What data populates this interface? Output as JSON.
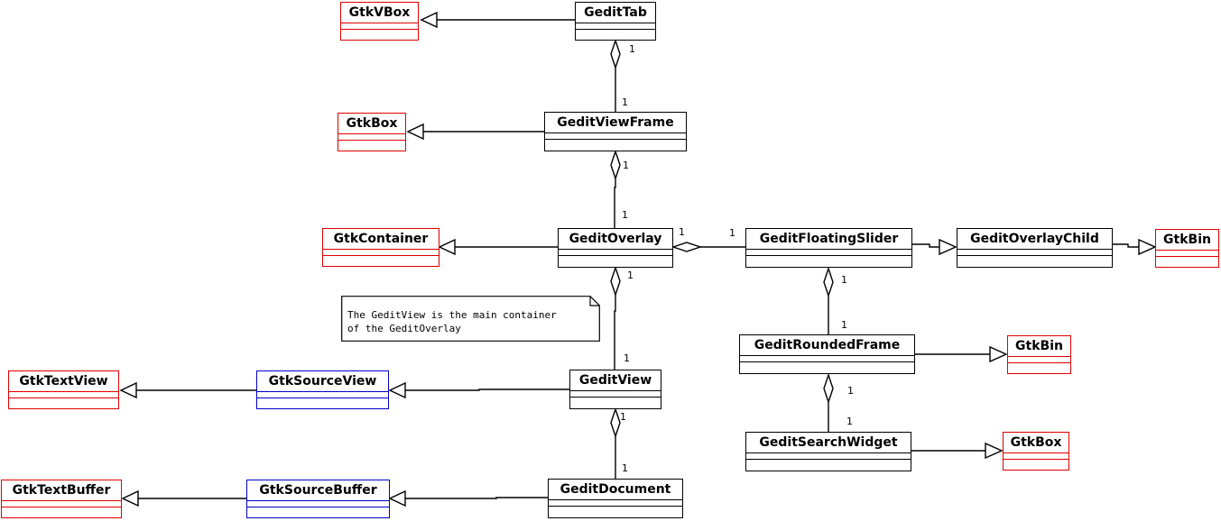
{
  "diagram": {
    "classes": {
      "gtk_vbox": "GtkVBox",
      "gedit_tab": "GeditTab",
      "gtk_box_1": "GtkBox",
      "gedit_view_frame": "GeditViewFrame",
      "gtk_container": "GtkContainer",
      "gedit_overlay": "GeditOverlay",
      "gedit_floating_slider": "GeditFloatingSlider",
      "gedit_overlay_child": "GeditOverlayChild",
      "gtk_bin_1": "GtkBin",
      "gedit_rounded_frame": "GeditRoundedFrame",
      "gtk_bin_2": "GtkBin",
      "gtk_text_view": "GtkTextView",
      "gtk_source_view": "GtkSourceView",
      "gedit_view": "GeditView",
      "gedit_search_widget": "GeditSearchWidget",
      "gtk_box_2": "GtkBox",
      "gtk_text_buffer": "GtkTextBuffer",
      "gtk_source_buffer": "GtkSourceBuffer",
      "gedit_document": "GeditDocument"
    },
    "multiplicities": {
      "tab_frame_top": "1",
      "tab_frame_bottom": "1",
      "frame_overlay_top": "1",
      "frame_overlay_bottom": "1",
      "overlay_slider_left": "1",
      "overlay_slider_right": "1",
      "slider_rounded_top": "1",
      "slider_rounded_bottom": "1",
      "overlay_view_top": "1",
      "overlay_view_bottom": "1",
      "rounded_search_top": "1",
      "rounded_search_bottom": "1",
      "view_document_top": "1",
      "view_document_bottom": "1"
    },
    "note": {
      "line1": "The GeditView is the main container",
      "line2": "of the GeditOverlay"
    },
    "colors": {
      "gedit_class": "#000000",
      "gtk_class": "#e00000",
      "gtksourceview_class": "#0000c8"
    }
  }
}
